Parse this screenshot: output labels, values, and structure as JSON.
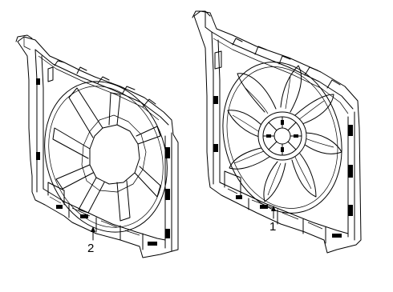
{
  "diagram": {
    "parts": [
      {
        "callout": "1",
        "item": "fan-assembly-with-shroud-and-motor"
      },
      {
        "callout": "2",
        "item": "fan-shroud"
      }
    ],
    "colors": {
      "line": "#000000",
      "background": "#ffffff"
    }
  }
}
